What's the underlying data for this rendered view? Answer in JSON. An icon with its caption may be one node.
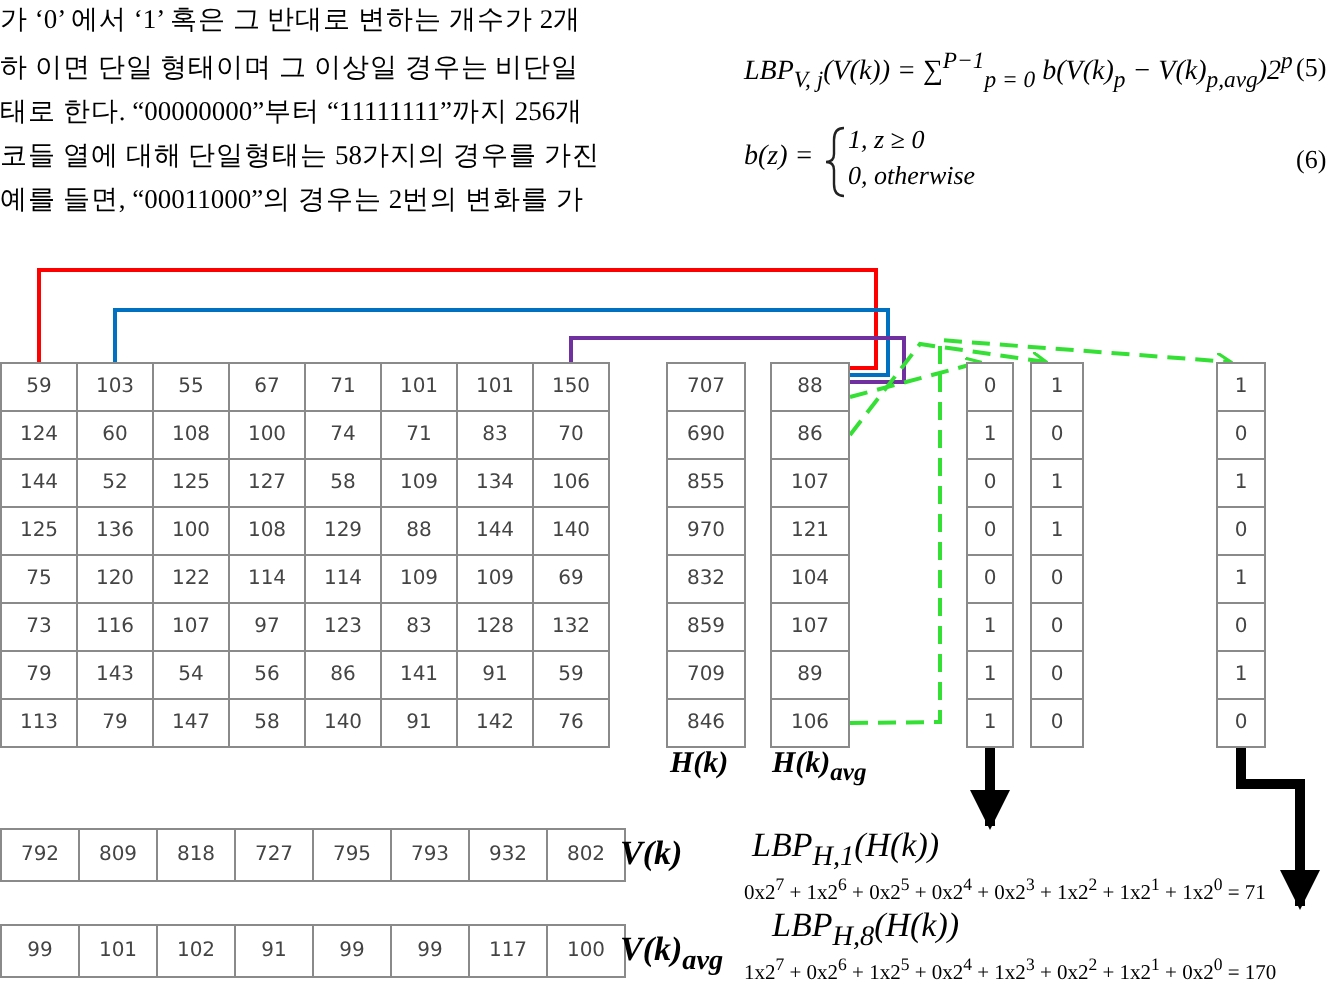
{
  "diagram": {
    "nodes": [
      {
        "text": [
          "59"
        ]
      },
      {
        "text": [
          "103"
        ]
      },
      {
        "text": [
          "55"
        ]
      },
      {
        "text": [
          "67"
        ]
      },
      {
        "text": [
          "71"
        ]
      },
      {
        "text": [
          "101"
        ]
      },
      {
        "text": [
          "101"
        ]
      },
      {
        "text": [
          "150"
        ]
      },
      {
        "text": [
          "124"
        ]
      },
      {
        "text": [
          "60"
        ]
      },
      {
        "text": [
          "108"
        ]
      },
      {
        "text": [
          "100"
        ]
      },
      {
        "text": [
          "74"
        ]
      },
      {
        "text": [
          "71"
        ]
      },
      {
        "text": [
          "83"
        ]
      },
      {
        "text": [
          "70"
        ]
      },
      {
        "text": [
          "144"
        ]
      },
      {
        "text": [
          "52"
        ]
      },
      {
        "text": [
          "125"
        ]
      },
      {
        "text": [
          "127"
        ]
      },
      {
        "text": [
          "58"
        ]
      },
      {
        "text": [
          "109"
        ]
      },
      {
        "text": [
          "134"
        ]
      },
      {
        "text": [
          "106"
        ]
      },
      {
        "text": [
          "125"
        ]
      },
      {
        "text": [
          "136"
        ]
      },
      {
        "text": [
          "100"
        ]
      },
      {
        "text": [
          "108"
        ]
      },
      {
        "text": [
          "129"
        ]
      },
      {
        "text": [
          "88"
        ]
      },
      {
        "text": [
          "144"
        ]
      },
      {
        "text": [
          "140"
        ]
      },
      {
        "text": [
          "75"
        ]
      },
      {
        "text": [
          "120"
        ]
      },
      {
        "text": [
          "122"
        ]
      },
      {
        "text": [
          "114"
        ]
      },
      {
        "text": [
          "114"
        ]
      },
      {
        "text": [
          "109"
        ]
      },
      {
        "text": [
          "109"
        ]
      },
      {
        "text": [
          "69"
        ]
      },
      {
        "text": [
          "73"
        ]
      },
      {
        "text": [
          "116"
        ]
      },
      {
        "text": [
          "107"
        ]
      },
      {
        "text": [
          "97"
        ]
      },
      {
        "text": [
          "123"
        ]
      },
      {
        "text": [
          "83"
        ]
      },
      {
        "text": [
          "128"
        ]
      },
      {
        "text": [
          "132"
        ]
      },
      {
        "text": [
          "79"
        ]
      },
      {
        "text": [
          "143"
        ]
      },
      {
        "text": [
          "54"
        ]
      },
      {
        "text": [
          "56"
        ]
      },
      {
        "text": [
          "86"
        ]
      },
      {
        "text": [
          "141"
        ]
      },
      {
        "text": [
          "91"
        ]
      },
      {
        "text": [
          "59"
        ]
      },
      {
        "text": [
          "113"
        ]
      },
      {
        "text": [
          "79"
        ]
      },
      {
        "text": [
          "147"
        ]
      },
      {
        "text": [
          "58"
        ]
      },
      {
        "text": [
          "140"
        ]
      },
      {
        "text": [
          "91"
        ]
      },
      {
        "text": [
          "142"
        ]
      },
      {
        "text": [
          "76"
        ]
      },
      {
        "text": [
          "707"
        ]
      },
      {
        "text": [
          "690"
        ]
      },
      {
        "text": [
          "855"
        ]
      },
      {
        "text": [
          "970"
        ]
      },
      {
        "text": [
          "832"
        ]
      },
      {
        "text": [
          "859"
        ]
      },
      {
        "text": [
          "709"
        ]
      },
      {
        "text": [
          "846"
        ]
      },
      {
        "text": [
          "88"
        ]
      },
      {
        "text": [
          "86"
        ]
      },
      {
        "text": [
          "107"
        ]
      },
      {
        "text": [
          "121"
        ]
      },
      {
        "text": [
          "104"
        ]
      },
      {
        "text": [
          "107"
        ]
      },
      {
        "text": [
          "89"
        ]
      },
      {
        "text": [
          "106"
        ]
      },
      {
        "text": [
          "0"
        ]
      },
      {
        "text": [
          "1"
        ]
      },
      {
        "text": [
          "0"
        ]
      },
      {
        "text": [
          "0"
        ]
      },
      {
        "text": [
          "0"
        ]
      },
      {
        "text": [
          "1"
        ]
      },
      {
        "text": [
          "1"
        ]
      },
      {
        "text": [
          "1"
        ]
      },
      {
        "text": [
          "1"
        ]
      },
      {
        "text": [
          "0"
        ]
      },
      {
        "text": [
          "1"
        ]
      },
      {
        "text": [
          "1"
        ]
      },
      {
        "text": [
          "0"
        ]
      },
      {
        "text": [
          "0"
        ]
      },
      {
        "text": [
          "0"
        ]
      },
      {
        "text": [
          "0"
        ]
      },
      {
        "text": [
          "1"
        ]
      },
      {
        "text": [
          "0"
        ]
      },
      {
        "text": [
          "1"
        ]
      },
      {
        "text": [
          "0"
        ]
      },
      {
        "text": [
          "1"
        ]
      },
      {
        "text": [
          "0"
        ]
      },
      {
        "text": [
          "1"
        ]
      },
      {
        "text": [
          "0"
        ]
      },
      {
        "text": [
          "792"
        ]
      },
      {
        "text": [
          "809"
        ]
      },
      {
        "text": [
          "818"
        ]
      },
      {
        "text": [
          "727"
        ]
      },
      {
        "text": [
          "795"
        ]
      },
      {
        "text": [
          "793"
        ]
      },
      {
        "text": [
          "932"
        ]
      },
      {
        "text": [
          "802"
        ]
      },
      {
        "text": [
          "99"
        ]
      },
      {
        "text": [
          "101"
        ]
      },
      {
        "text": [
          "102"
        ]
      },
      {
        "text": [
          "91"
        ]
      },
      {
        "text": [
          "99"
        ]
      },
      {
        "text": [
          "99"
        ]
      },
      {
        "text": [
          "117"
        ]
      },
      {
        "text": [
          "100"
        ]
      },
      {
        "text": [
          "LBP$_{H,1}$(H(k))",
          "0x2$^{7}$ + 1x2$^{6}$ + 0x2$^{5}$ + 0x2$^{4}$ + 0x2$^{3}$ + 1x2$^{2}$ + 1x2$^{1}$ + 1x2$^{0}$ = 71"
        ]
      },
      {
        "text": [
          "LBP$_{H,8}$(H(k))",
          "1x2$^{7}$ + 0x2$^{6}$ + 1x2$^{5}$ + 0x2$^{4}$ + 1x2$^{3}$ + 0x2$^{2}$ + 1x2$^{1}$ + 0x2$^{0}$ = 170"
        ]
      }
    ],
    "edges": [
      {
        "from": 0,
        "to": 72,
        "arrow": "none",
        "color": "#ff0000"
      },
      {
        "from": 1,
        "to": 72,
        "arrow": "none",
        "color": "#0070c0"
      },
      {
        "from": 7,
        "to": 72,
        "arrow": "none",
        "color": "#7030a0"
      },
      {
        "from": 72,
        "to": 80,
        "arrow": "to",
        "style": "dashed",
        "color": "#33e033"
      },
      {
        "from": 73,
        "to": 88,
        "arrow": "to",
        "style": "dashed",
        "color": "#33e033"
      },
      {
        "from": 79,
        "to": 96,
        "arrow": "to",
        "style": "dashed",
        "color": "#33e033"
      },
      {
        "from": 87,
        "to": 120,
        "arrow": "to",
        "style": "thick",
        "color": "#000000"
      },
      {
        "from": 103,
        "to": 121,
        "arrow": "to",
        "style": "thick",
        "color": "#000000"
      }
    ],
    "labels": [
      "가 ‘0’ 에서 ‘1’ 혹은 그 반대로 변하는 개수가 2개",
      "하 이면 단일 형태이며 그 이상일 경우는 비단일",
      "태로 한다. “00000000”부터 “11111111”까지 256개",
      "코들 열에 대해 단일형태는 58가지의 경우를 가진",
      "예를 들면, “00011000”의 경우는 2번의 변화를 가",
      "LBP$_{V, j}$(V(k)) = ∑$^{P−1}$$_{p = 0}$ b(V(k)$_{p}$ − V(k)$_{p,avg}$)2$^{p}$",
      "(5)",
      "b(z) =",
      "1, z ≥ 0",
      "0, otherwise",
      "(6)",
      "H(k)",
      "H(k)$_{avg}$",
      "V(k)",
      "V(k)$_{avg}$"
    ]
  }
}
